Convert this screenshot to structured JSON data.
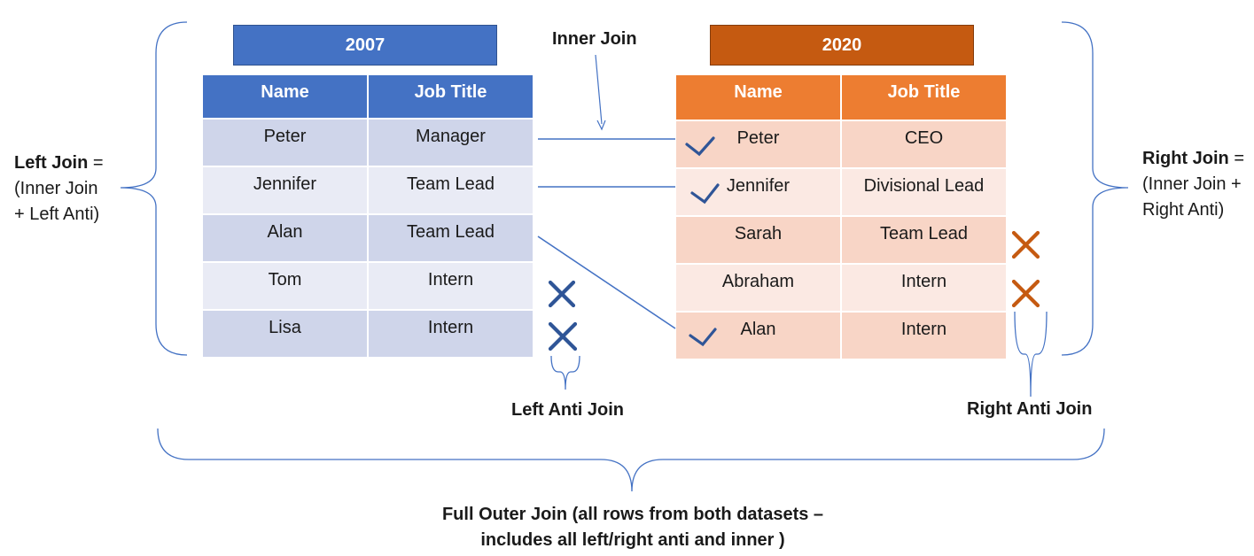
{
  "left_dataset": {
    "year": "2007",
    "columns": [
      "Name",
      "Job Title"
    ],
    "rows": [
      {
        "name": "Peter",
        "job": "Manager"
      },
      {
        "name": "Jennifer",
        "job": "Team Lead"
      },
      {
        "name": "Alan",
        "job": "Team Lead"
      },
      {
        "name": "Tom",
        "job": "Intern"
      },
      {
        "name": "Lisa",
        "job": "Intern"
      }
    ]
  },
  "right_dataset": {
    "year": "2020",
    "columns": [
      "Name",
      "Job Title"
    ],
    "rows": [
      {
        "name": "Peter",
        "job": "CEO"
      },
      {
        "name": "Jennifer",
        "job": "Divisional Lead"
      },
      {
        "name": "Sarah",
        "job": "Team Lead"
      },
      {
        "name": "Abraham",
        "job": "Intern"
      },
      {
        "name": "Alan",
        "job": "Intern"
      }
    ]
  },
  "labels": {
    "inner_join": "Inner Join",
    "left_join_title": "Left Join",
    "left_join_eq": " =",
    "left_join_line2": "(Inner Join",
    "left_join_line3": "+ Left Anti)",
    "right_join_title": "Right Join",
    "right_join_eq": " =",
    "right_join_line2": "(Inner Join +",
    "right_join_line3": "Right Anti)",
    "left_anti": "Left Anti Join",
    "right_anti": "Right Anti Join",
    "full_outer_line1": "Full Outer Join (all rows from both datasets –",
    "full_outer_line2": "includes all left/right anti and inner )"
  },
  "colors": {
    "blue_header": "#4472c4",
    "orange_header": "#ed7d31",
    "dark_orange_title": "#c55a11",
    "check_blue": "#2f5597",
    "cross_blue": "#2f5597",
    "cross_orange": "#c55a11",
    "connector": "#4472c4"
  },
  "icons": {
    "matched": "check-icon",
    "left_unmatched": "cross-icon",
    "right_unmatched": "cross-icon"
  }
}
